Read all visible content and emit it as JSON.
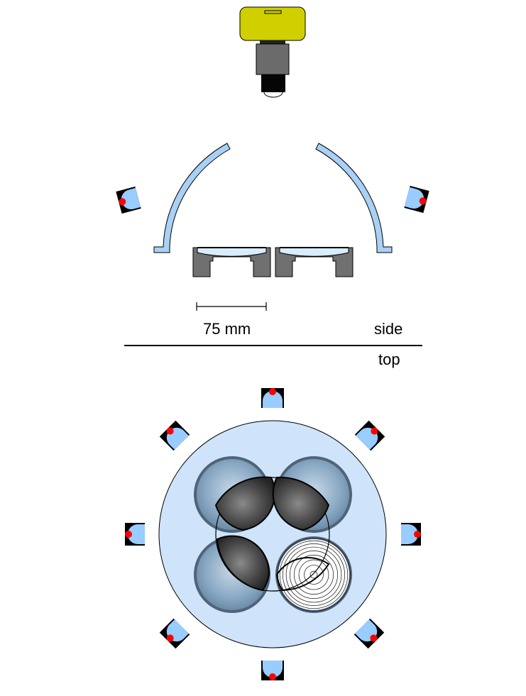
{
  "labels": {
    "scale": "75 mm",
    "side": "side",
    "top": "top"
  },
  "colors": {
    "camera_body": "#d0cf00",
    "camera_mount": "#6b6b6b",
    "camera_lens": "#050505",
    "reflector": "#a9d0f5",
    "chamber": "#cfe4fa",
    "holder": "#707070",
    "led_cup": "#99ccff",
    "led_dot": "#ff0000",
    "dish_rim": "#4f6478",
    "dish_dark": "#333333"
  },
  "icons": {
    "camera": "camera-icon",
    "led": "led-unit-icon",
    "dish": "petri-dish-icon"
  }
}
